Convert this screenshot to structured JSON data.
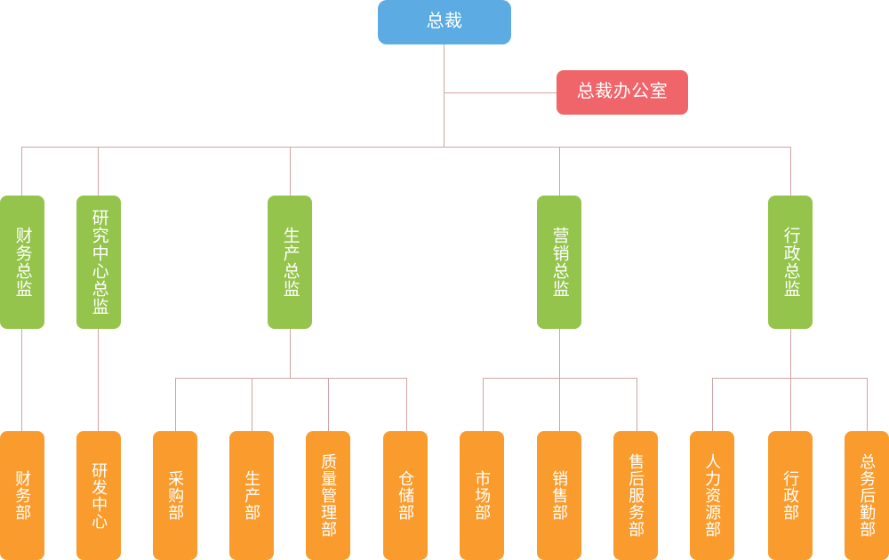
{
  "chart": {
    "type": "org-chart",
    "title": "",
    "background_color": "#ffffff",
    "connector_color": "#d2a3a5",
    "colors": {
      "root": "#5cabe2",
      "staff_office": "#f0656a",
      "level2": "#94c44c",
      "leaf": "#fa9c2d",
      "text": "#ffffff"
    }
  },
  "nodes": {
    "root": {
      "label": "总裁",
      "color": "#5cabe2",
      "level": 1
    },
    "staff_office": {
      "label": "总裁办公室",
      "color": "#f0656a",
      "level": 1
    },
    "level2": [
      {
        "id": "finance-director",
        "label": "财务总监",
        "color": "#94c44c"
      },
      {
        "id": "research-director",
        "label": "研究中心总监",
        "color": "#94c44c"
      },
      {
        "id": "production-director",
        "label": "生产总监",
        "color": "#94c44c"
      },
      {
        "id": "marketing-director",
        "label": "营销总监",
        "color": "#94c44c"
      },
      {
        "id": "admin-director",
        "label": "行政总监",
        "color": "#94c44c"
      }
    ],
    "leaves": [
      {
        "id": "finance-dept",
        "label": "财务部",
        "parent": "finance-director",
        "color": "#fa9c2d"
      },
      {
        "id": "rd-center",
        "label": "研发中心",
        "parent": "research-director",
        "color": "#fa9c2d"
      },
      {
        "id": "purchasing-dept",
        "label": "采购部",
        "parent": "production-director",
        "color": "#fa9c2d"
      },
      {
        "id": "production-dept",
        "label": "生产部",
        "parent": "production-director",
        "color": "#fa9c2d"
      },
      {
        "id": "quality-mgmt-dept",
        "label": "质量管理部",
        "parent": "production-director",
        "color": "#fa9c2d"
      },
      {
        "id": "warehouse-dept",
        "label": "仓储部",
        "parent": "production-director",
        "color": "#fa9c2d"
      },
      {
        "id": "market-dept",
        "label": "市场部",
        "parent": "marketing-director",
        "color": "#fa9c2d"
      },
      {
        "id": "sales-dept",
        "label": "销售部",
        "parent": "marketing-director",
        "color": "#fa9c2d"
      },
      {
        "id": "after-sales-dept",
        "label": "售后服务部",
        "parent": "marketing-director",
        "color": "#fa9c2d"
      },
      {
        "id": "hr-dept",
        "label": "人力资源部",
        "parent": "admin-director",
        "color": "#fa9c2d"
      },
      {
        "id": "admin-dept",
        "label": "行政部",
        "parent": "admin-director",
        "color": "#fa9c2d"
      },
      {
        "id": "general-affairs-dept",
        "label": "总务后勤部",
        "parent": "admin-director",
        "color": "#fa9c2d"
      }
    ]
  }
}
